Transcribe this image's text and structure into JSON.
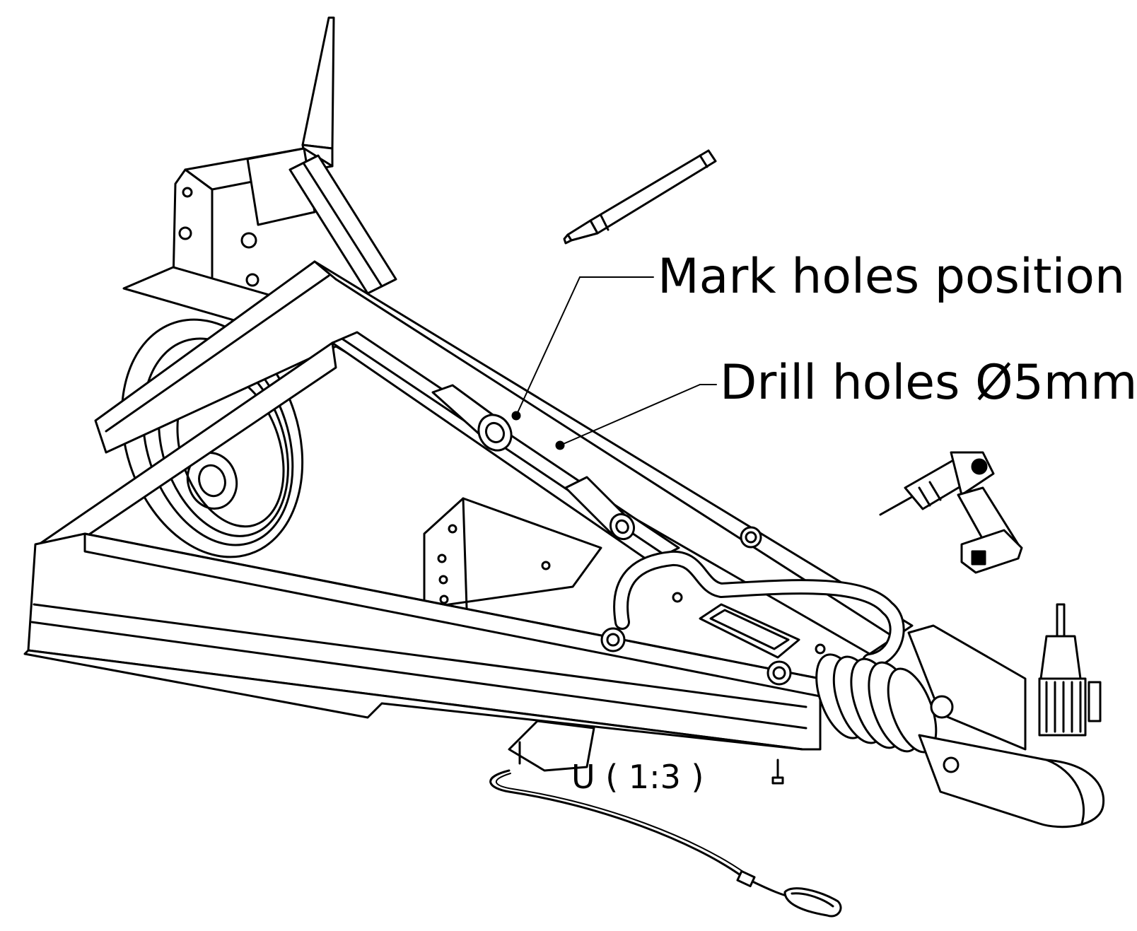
{
  "annotations": {
    "mark_holes": "Mark holes position",
    "drill_holes": "Drill holes Ø5mm",
    "detail_scale": "U ( 1:3 )"
  },
  "colors": {
    "line": "#000000",
    "background": "#ffffff"
  },
  "icons": [
    "marker-pen-icon",
    "cordless-drill-icon"
  ]
}
